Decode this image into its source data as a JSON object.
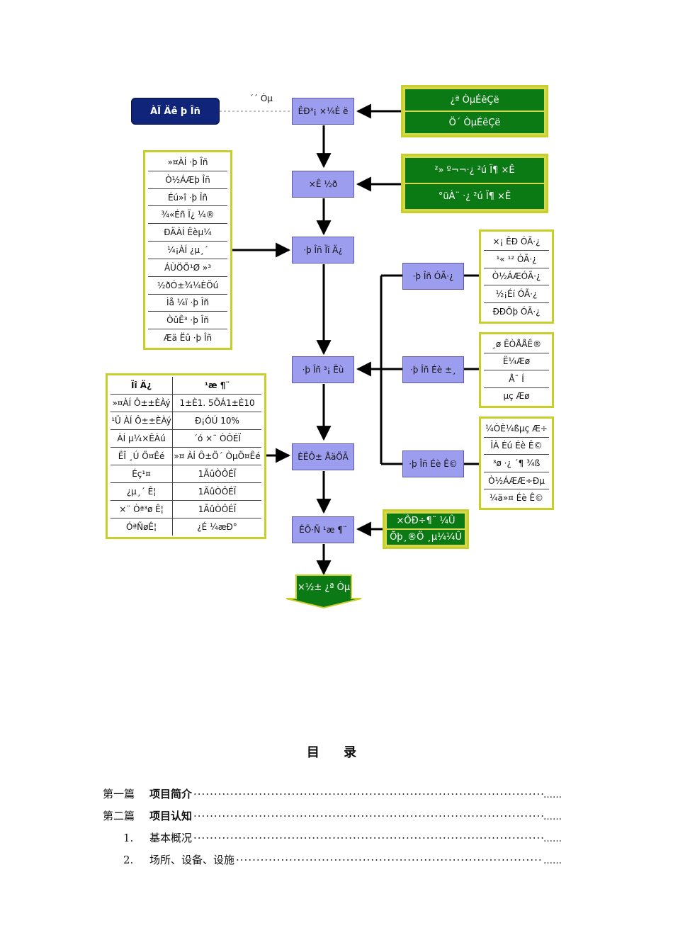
{
  "flowchart": {
    "client_label": "ÀÏ Äê þ Îñ",
    "consult_label": "´´ Òµ",
    "main_steps": [
      "ÊÐ³¡ ×¼È ë",
      "×Ê ½ð",
      "·þ Îñ Ïî Ä¿",
      "·þ Îñ ³¡ Ëù",
      "ÈËÔ± ÅäÖÃ",
      "ÊÕ·Ñ ¹æ ¶¨"
    ],
    "terminal_label": "×½± ¿ª Òµ",
    "market_entry_inputs": [
      "¿ª ÒµÉêÇë",
      "Ö´ ÒµÉêÇë"
    ],
    "fund_inputs": [
      "²» º¬¬·¿ ²ú Ï¶ ×Ê",
      "°üÀ¨ ·¿ ²ú Ï¶ ×Ê"
    ],
    "fee_inputs": [
      "×ÔÐ÷¶¨ ¼Û",
      "Õþ¸®Ö ¸µ¼¼Û"
    ],
    "service_items": [
      "»¤ÀÍ ·þ Îñ",
      "Ò½ÁÆþ Îñ",
      "Éú»î ·þ Îñ",
      "¾«Éñ Ï¿ ¼®",
      "ÐÄÀÍ Êèµ¼",
      "¼¡ÀÍ ¿µ¸´",
      "ÁÙÖÕ¹Ø »³",
      "½ðÓ±¾¼ÈÖú",
      "Ìå ¼ï ·þ Îñ",
      "ÒûÊ³ ·þ Îñ",
      "Æä Ëû ·þ Îñ"
    ],
    "side_boxes": [
      "·þ Îñ ÓÃ·¿",
      "·þ Îñ Éè ±¸",
      "·þ Îñ Éè Ê©"
    ],
    "room_items": [
      "×¡ ÊÐ ÓÃ·¿",
      "¹« ¹² ÓÃ·¿",
      "Ò½ÁÆÓÃ·¿",
      "½¡Éí ÓÃ·¿",
      "ÐÐÕþ ÓÃ·¿"
    ],
    "equipment_items": [
      "¸ø ÊÒÅÅÊ®",
      "Ë¼Æø",
      "Å¯ Í",
      "µç Æø"
    ],
    "facility_items": [
      "¼ÒÈ¼ßµç Æ÷",
      "ÎÀ Éú Éè Ê©",
      "³ø ·¿ ´¶ ¾ß",
      "Ò½ÁÆÆ÷Ðµ",
      "¼ä»¤ Éè Ê©"
    ],
    "staff_table": {
      "headers": [
        "Ïî   Ä¿",
        "¹æ   ¶¨"
      ],
      "rows": [
        [
          "»¤ÀÍ Ô±±ÈÀý",
          "1±È1. 5ÖÁ1±È10"
        ],
        [
          "¹Ü ÀÍ Ô±±ÈÀý",
          "Ð¡ÓÚ 10%"
        ],
        [
          "ÀÍ µ¼×ÊÀú",
          "´ó ×¨ ÒÔÉÏ"
        ],
        [
          "ËÎ ¸Ú Ö¤Êé",
          "»¤ ÀÍ Ô±Ö´ ÒµÖ¤Êé"
        ],
        [
          "Éç¹¤",
          "1ÃûÒÔÉÏ"
        ],
        [
          "¿µ¸´ Ê¦",
          "1ÃûÒÔÉÏ"
        ],
        [
          "×¨ Òª³ø Ê¦",
          "1ÃûÒÔÉÏ"
        ],
        [
          "ÓªÑøÊ¦",
          "¿É ¼æÐ°"
        ]
      ]
    }
  },
  "toc": {
    "title": "目 录",
    "entries": [
      {
        "prefix": "第一篇",
        "label": "项目简介",
        "tail": "……"
      },
      {
        "prefix": "第二篇",
        "label": "项目认知",
        "tail": "……"
      },
      {
        "prefix": "1.",
        "label": "基本概况",
        "tail": "……"
      },
      {
        "prefix": "2.",
        "label": "场所、设备、设施",
        "tail": "……"
      }
    ]
  },
  "colors": {
    "process_fill": "#9d9df0",
    "green_fill": "#0c7a14",
    "yellow_border": "#c9cf2a",
    "navy_fill": "#10247a"
  }
}
